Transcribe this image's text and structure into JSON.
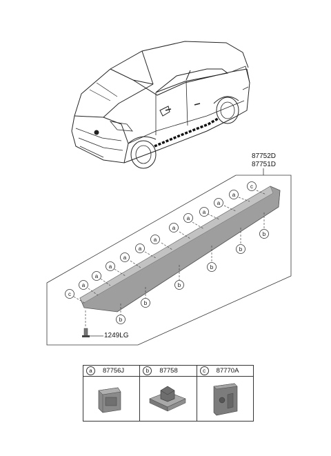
{
  "part_labels": {
    "upper": "87752D",
    "lower": "87751D",
    "screw": "1249LG"
  },
  "clip_keys": {
    "a": "a",
    "b": "b",
    "c": "c"
  },
  "parts_table": [
    {
      "key": "a",
      "part_no": "87756J"
    },
    {
      "key": "b",
      "part_no": "87758"
    },
    {
      "key": "c",
      "part_no": "87770A"
    }
  ]
}
